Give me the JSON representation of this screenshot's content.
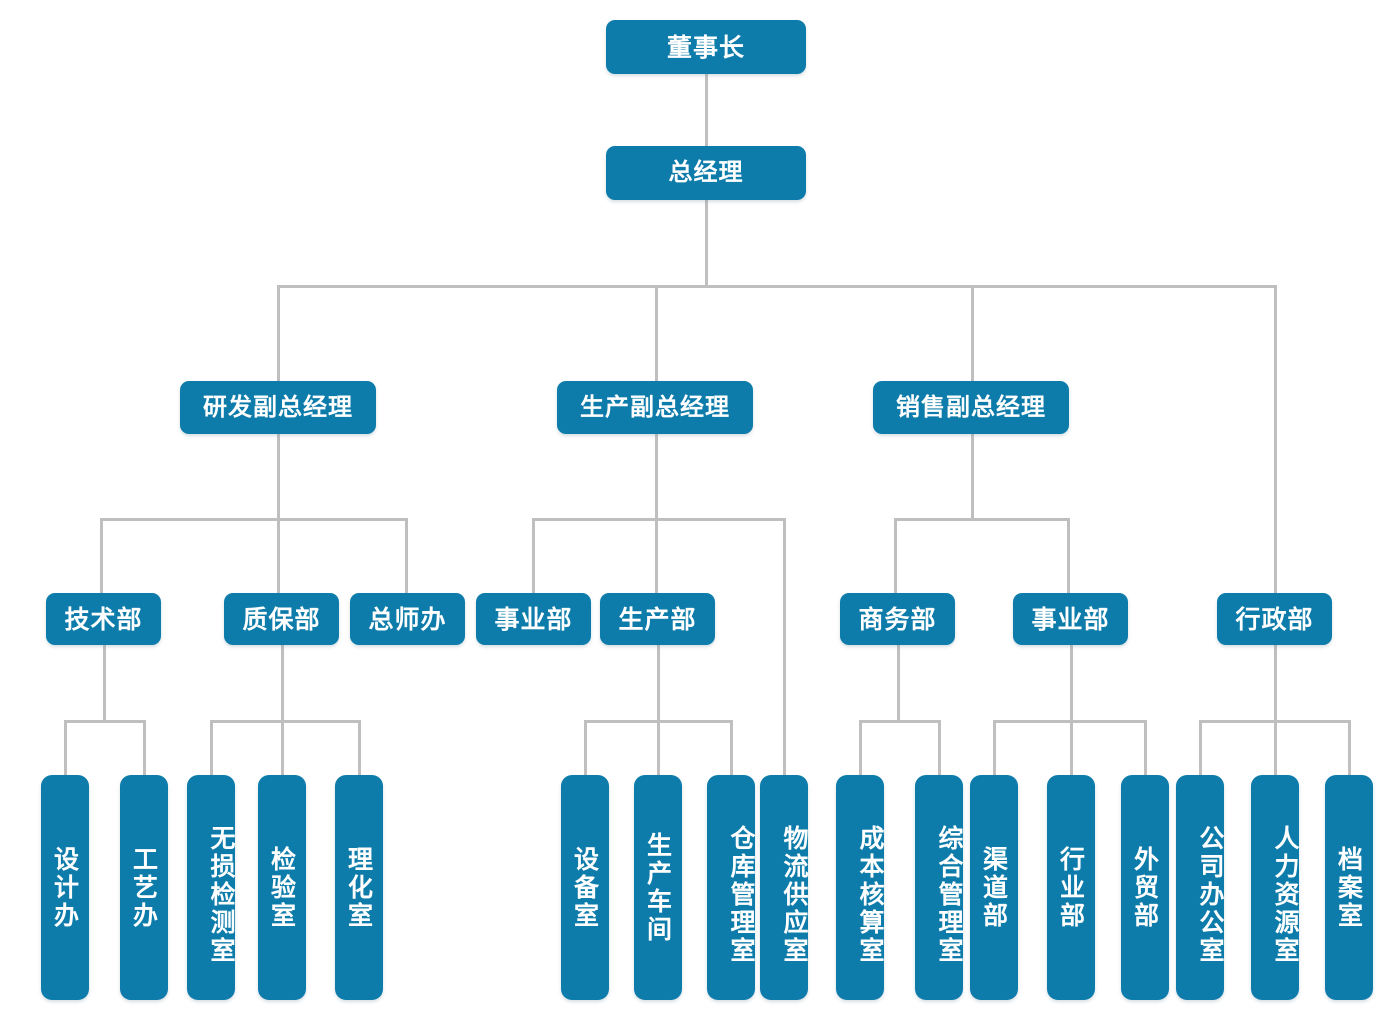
{
  "meta": {
    "title": "公司组织架构图",
    "node_color": "#0e7caa",
    "line_color": "#bfbfbf",
    "text_color": "#ffffff",
    "background": "#ffffff"
  },
  "nodes": {
    "chairman": {
      "label": "董事长"
    },
    "general_manager": {
      "label": "总经理"
    },
    "vp_rd": {
      "label": "研发副总经理"
    },
    "vp_production": {
      "label": "生产副总经理"
    },
    "vp_sales": {
      "label": "销售副总经理"
    },
    "dept_tech": {
      "label": "技术部"
    },
    "dept_qa": {
      "label": "质保部"
    },
    "dept_chief_eng": {
      "label": "总师办"
    },
    "dept_business_unit_prod": {
      "label": "事业部"
    },
    "dept_production": {
      "label": "生产部"
    },
    "dept_commerce": {
      "label": "商务部"
    },
    "dept_business_unit_sales": {
      "label": "事业部"
    },
    "dept_admin": {
      "label": "行政部"
    },
    "leaf_design": {
      "label": "设计办"
    },
    "leaf_process": {
      "label": "工艺办"
    },
    "leaf_ndt": {
      "label": "无损检测室"
    },
    "leaf_inspection": {
      "label": "检验室"
    },
    "leaf_physchem": {
      "label": "理化室"
    },
    "leaf_equipment": {
      "label": "设备室"
    },
    "leaf_workshop": {
      "label": "生产车间"
    },
    "leaf_warehouse": {
      "label": "仓库管理室"
    },
    "leaf_logistics": {
      "label": "物流供应室"
    },
    "leaf_cost": {
      "label": "成本核算室"
    },
    "leaf_general_mgmt": {
      "label": "综合管理室"
    },
    "leaf_channel": {
      "label": "渠道部"
    },
    "leaf_industry": {
      "label": "行业部"
    },
    "leaf_foreign_trade": {
      "label": "外贸部"
    },
    "leaf_company_office": {
      "label": "公司办公室"
    },
    "leaf_hr": {
      "label": "人力资源室"
    },
    "leaf_archive": {
      "label": "档案室"
    }
  },
  "hierarchy": {
    "root": "董事长",
    "levels": [
      {
        "level": 0,
        "labels": [
          "董事长"
        ]
      },
      {
        "level": 1,
        "labels": [
          "总经理"
        ]
      },
      {
        "level": 2,
        "labels": [
          "研发副总经理",
          "生产副总经理",
          "销售副总经理",
          "行政部"
        ]
      },
      {
        "level": 3,
        "labels": [
          "技术部",
          "质保部",
          "总师办",
          "事业部",
          "生产部",
          "商务部",
          "事业部",
          "物流供应室"
        ]
      },
      {
        "level": 4,
        "labels": [
          "设计办",
          "工艺办",
          "无损检测室",
          "检验室",
          "理化室",
          "设备室",
          "生产车间",
          "仓库管理室",
          "成本核算室",
          "综合管理室",
          "渠道部",
          "行业部",
          "外贸部",
          "公司办公室",
          "人力资源室",
          "档案室"
        ]
      }
    ],
    "edges": [
      {
        "from": "董事长",
        "to": "总经理"
      },
      {
        "from": "总经理",
        "to": "研发副总经理"
      },
      {
        "from": "总经理",
        "to": "生产副总经理"
      },
      {
        "from": "总经理",
        "to": "销售副总经理"
      },
      {
        "from": "总经理",
        "to": "行政部"
      },
      {
        "from": "研发副总经理",
        "to": "技术部"
      },
      {
        "from": "研发副总经理",
        "to": "质保部"
      },
      {
        "from": "研发副总经理",
        "to": "总师办"
      },
      {
        "from": "生产副总经理",
        "to": "事业部"
      },
      {
        "from": "生产副总经理",
        "to": "生产部"
      },
      {
        "from": "生产副总经理",
        "to": "物流供应室"
      },
      {
        "from": "销售副总经理",
        "to": "商务部"
      },
      {
        "from": "销售副总经理",
        "to": "事业部"
      },
      {
        "from": "技术部",
        "to": "设计办"
      },
      {
        "from": "技术部",
        "to": "工艺办"
      },
      {
        "from": "质保部",
        "to": "无损检测室"
      },
      {
        "from": "质保部",
        "to": "检验室"
      },
      {
        "from": "质保部",
        "to": "理化室"
      },
      {
        "from": "生产部",
        "to": "设备室"
      },
      {
        "from": "生产部",
        "to": "生产车间"
      },
      {
        "from": "生产部",
        "to": "仓库管理室"
      },
      {
        "from": "商务部",
        "to": "成本核算室"
      },
      {
        "from": "商务部",
        "to": "综合管理室"
      },
      {
        "from": "事业部",
        "to": "渠道部"
      },
      {
        "from": "事业部",
        "to": "行业部"
      },
      {
        "from": "事业部",
        "to": "外贸部"
      },
      {
        "from": "行政部",
        "to": "公司办公室"
      },
      {
        "from": "行政部",
        "to": "人力资源室"
      },
      {
        "from": "行政部",
        "to": "档案室"
      }
    ]
  }
}
